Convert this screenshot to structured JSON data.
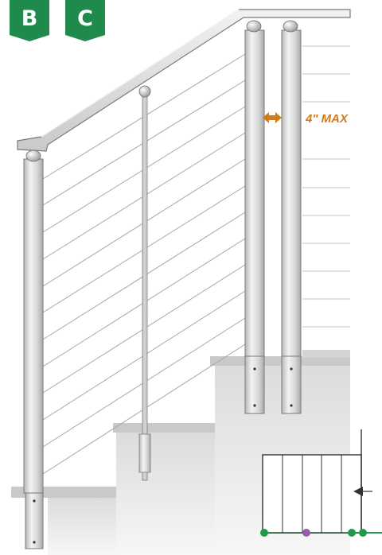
{
  "badges": [
    {
      "id": "B",
      "label": "B"
    },
    {
      "id": "C",
      "label": "C"
    }
  ],
  "dimension": {
    "label": "4\" MAX",
    "color": "#d17a1e"
  },
  "colors": {
    "badge_green": "#1f8a4c",
    "rail_fill": "#dcdcdc",
    "rail_stroke": "#7a7a7a",
    "cable": "#9a9a9a",
    "siding": "#c8c8c8",
    "stair_shadow": "#e6e6e6",
    "marker_green": "#1f9a4a",
    "marker_purple": "#9b5ab0"
  },
  "icons": [
    "double-arrow-icon",
    "arrow-left-icon"
  ]
}
